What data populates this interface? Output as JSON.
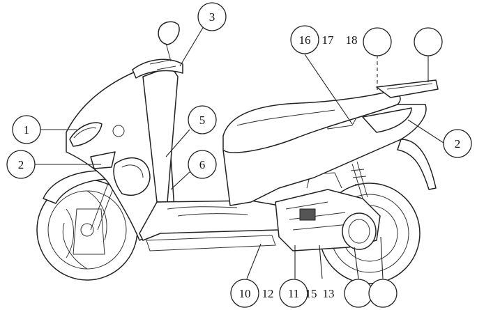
{
  "callouts": {
    "c1": "1",
    "c2a": "2",
    "c2b": "2",
    "c3": "3",
    "c5": "5",
    "c6": "6",
    "c16": "16",
    "c17": "17",
    "c18": "18",
    "c_blank1": "",
    "c_blank2": "",
    "c10": "10",
    "c12": "12",
    "c11": "11",
    "c15": "15",
    "c13": "13",
    "c_blank3": "",
    "c_blank4": ""
  }
}
